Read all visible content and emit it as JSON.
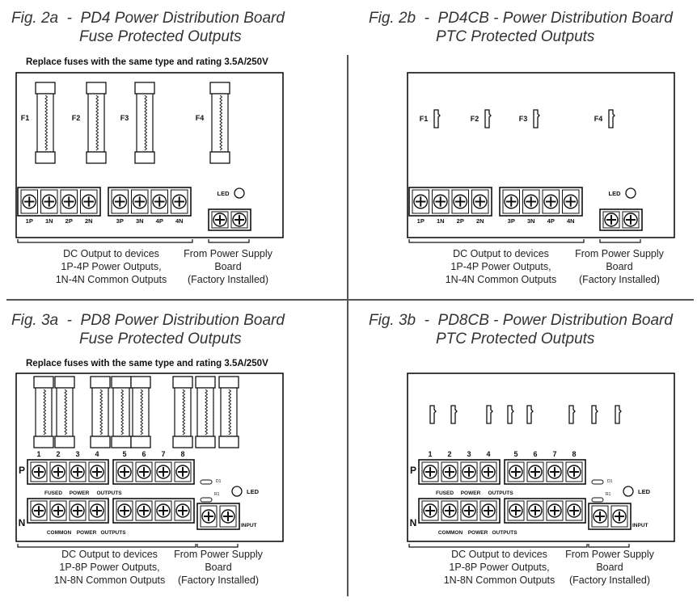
{
  "fig2a": {
    "title_line1": "Fig. 2a  -  PD4 Power Distribution Board",
    "title_line2": "Fuse Protected Outputs",
    "note": "Replace fuses with the same type and rating 3.5A/250V",
    "fuse_labels": [
      "F1",
      "F2",
      "F3",
      "F4"
    ],
    "terminal_labels": [
      "1P",
      "1N",
      "2P",
      "2N",
      "3P",
      "3N",
      "4P",
      "4N"
    ],
    "led_label": "LED",
    "caption_left": [
      "DC Output to devices",
      "1P-4P Power Outputs,",
      "1N-4N Common Outputs"
    ],
    "caption_right": [
      "From Power Supply",
      "Board",
      "(Factory Installed)"
    ]
  },
  "fig2b": {
    "title_line1": "Fig. 2b  -  PD4CB - Power Distribution Board",
    "title_line2": "PTC Protected Outputs",
    "ptc_labels": [
      "F1",
      "F2",
      "F3",
      "F4"
    ],
    "terminal_labels": [
      "1P",
      "1N",
      "2P",
      "2N",
      "3P",
      "3N",
      "4P",
      "4N"
    ],
    "led_label": "LED",
    "caption_left": [
      "DC Output to devices",
      "1P-4P Power Outputs,",
      "1N-4N Common Outputs"
    ],
    "caption_right": [
      "From Power Supply",
      "Board",
      "(Factory Installed)"
    ]
  },
  "fig3a": {
    "title_line1": "Fig. 3a  -  PD8 Power Distribution Board",
    "title_line2": "Fuse Protected Outputs",
    "note": "Replace fuses with the same type and rating 3.5A/250V",
    "numbers": [
      "1",
      "2",
      "3",
      "4",
      "5",
      "6",
      "7",
      "8"
    ],
    "row_p": "P",
    "row_n": "N",
    "fused_outputs": [
      "FUSED",
      "POWER",
      "OUTPUTS"
    ],
    "common_outputs": [
      "COMMON",
      "POWER",
      "OUTPUTS"
    ],
    "d1": "D1",
    "r1": "R1",
    "led_label": "LED",
    "input_label": "INPUT",
    "caption_left": [
      "DC Output to devices",
      "1P-8P Power Outputs,",
      "1N-8N Common Outputs"
    ],
    "caption_right": [
      "From Power Supply",
      "Board",
      "(Factory Installed)"
    ]
  },
  "fig3b": {
    "title_line1": "Fig. 3b  -  PD8CB - Power Distribution Board",
    "title_line2": "PTC Protected Outputs",
    "numbers": [
      "1",
      "2",
      "3",
      "4",
      "5",
      "6",
      "7",
      "8"
    ],
    "row_p": "P",
    "row_n": "N",
    "fused_outputs": [
      "FUSED",
      "POWER",
      "OUTPUTS"
    ],
    "common_outputs": [
      "COMMON",
      "POWER",
      "OUTPUTS"
    ],
    "d1": "D1",
    "r1": "R1",
    "led_label": "LED",
    "input_label": "INPUT",
    "caption_left": [
      "DC Output to devices",
      "1P-8P Power Outputs,",
      "1N-8N Common Outputs"
    ],
    "caption_right": [
      "From Power Supply",
      "Board",
      "(Factory Installed)"
    ]
  }
}
